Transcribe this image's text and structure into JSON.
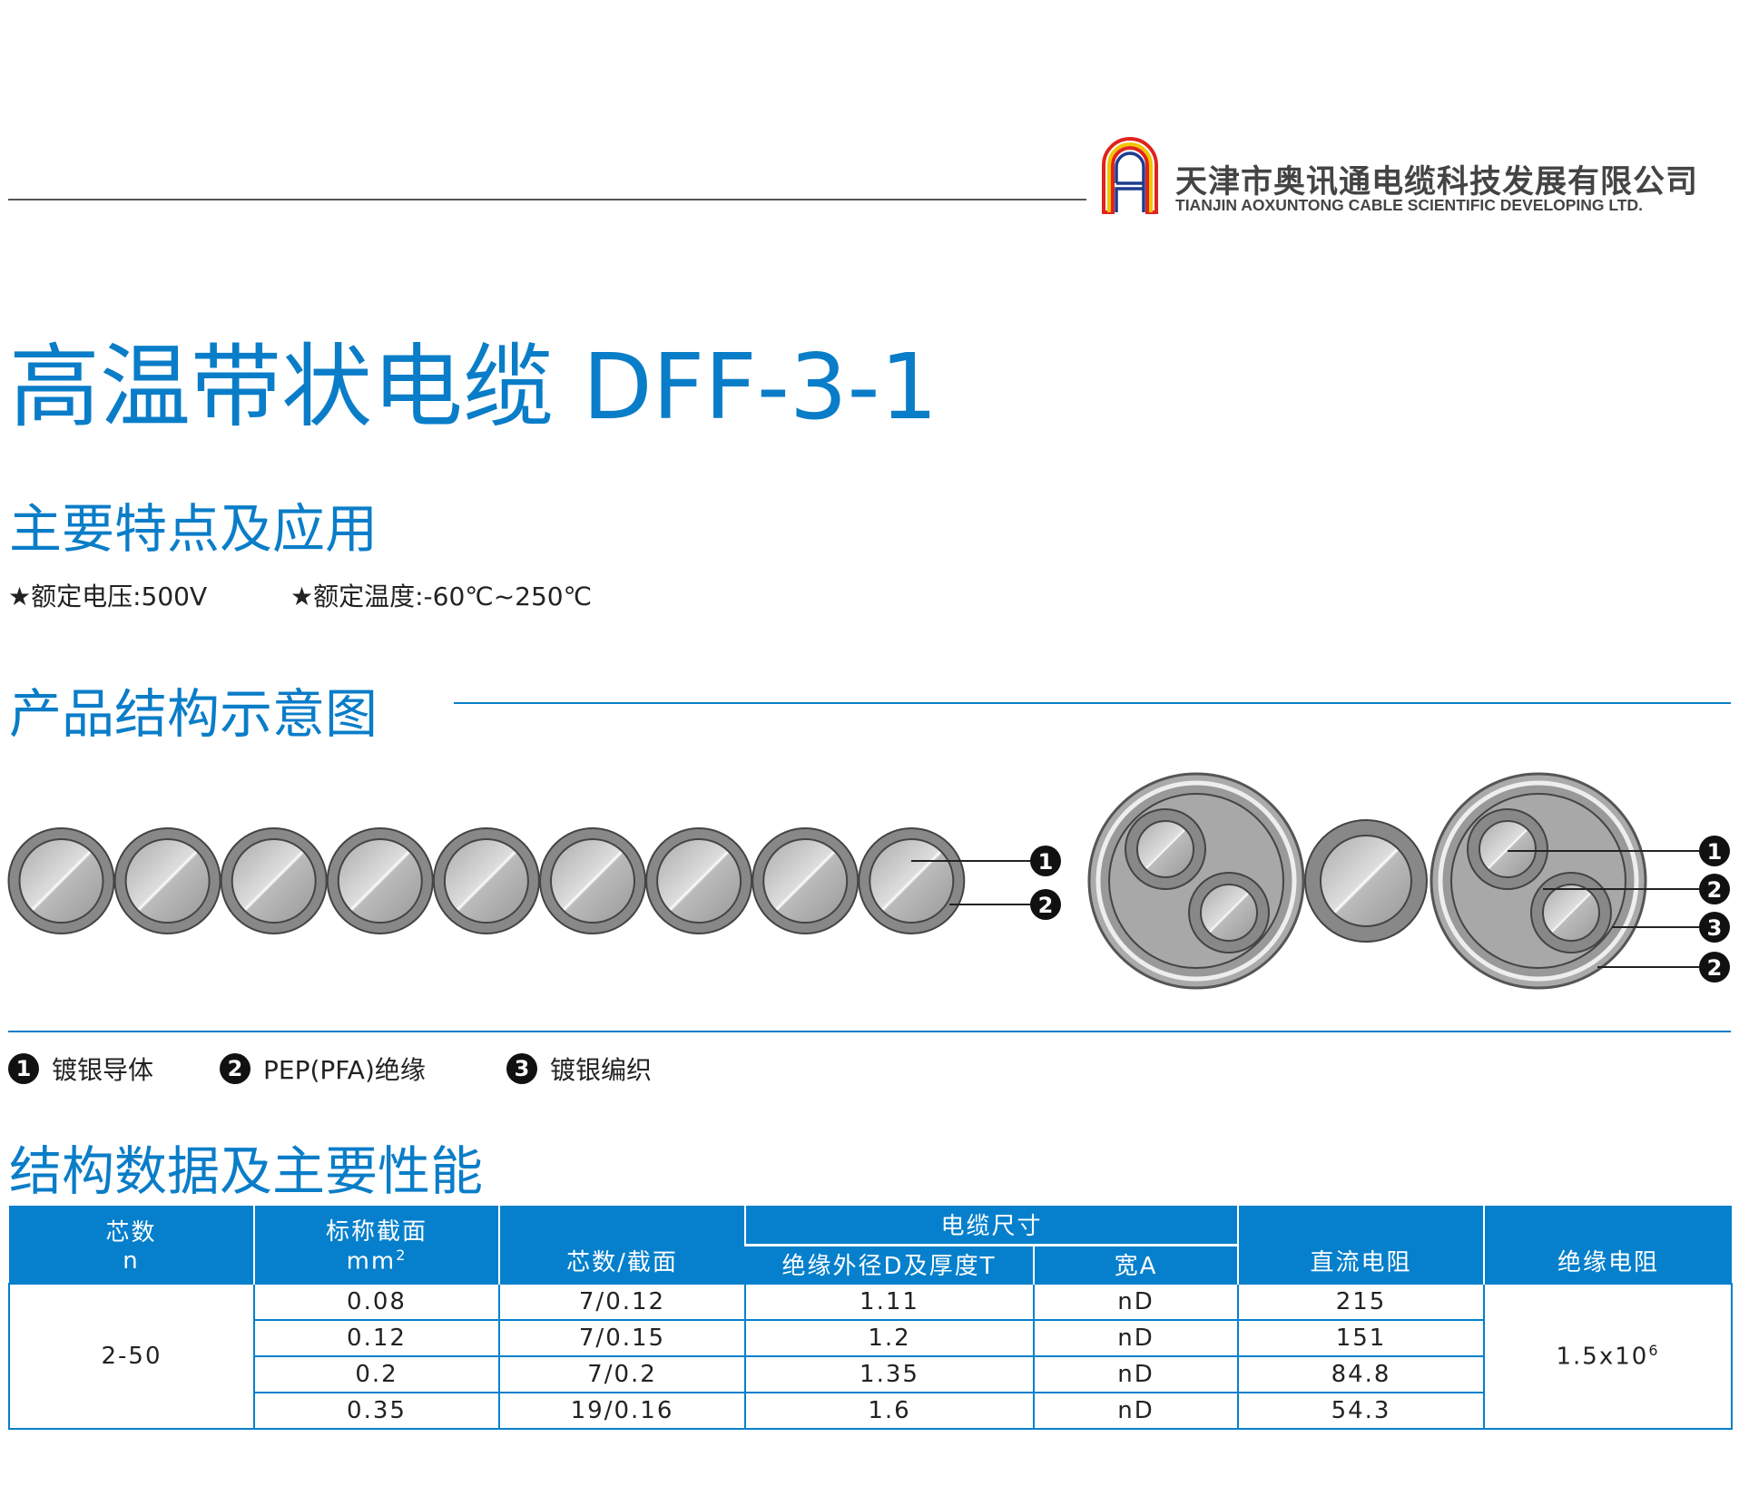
{
  "company": {
    "name_cn": "天津市奥讯通电缆科技发展有限公司",
    "name_en": "TIANJIN AOXUNTONG CABLE SCIENTIFIC DEVELOPING LTD.",
    "logo_colors": [
      "#e0231c",
      "#f2c500",
      "#1d3c8f"
    ]
  },
  "title": "高温带状电缆 DFF-3-1",
  "features": {
    "heading": "主要特点及应用",
    "items": [
      "★额定电压:500V",
      "★额定温度:-60℃~250℃"
    ]
  },
  "structure": {
    "heading": "产品结构示意图",
    "callouts": [
      "1",
      "2",
      "3"
    ],
    "legend": [
      {
        "num": "1",
        "label": "镀银导体"
      },
      {
        "num": "2",
        "label": "PEP(PFA)绝缘"
      },
      {
        "num": "3",
        "label": "镀银编织"
      }
    ]
  },
  "performance": {
    "heading": "结构数据及主要性能",
    "headers": {
      "cores": "芯数",
      "cores_unit": "n",
      "section": "标称截面",
      "section_unit": "mm",
      "section_sup": "2",
      "strand": "芯数/截面",
      "size": "电缆尺寸",
      "diameter": "绝缘外径D及厚度T",
      "width": "宽A",
      "dc_resistance": "直流电阻",
      "insulation_resistance": "绝缘电阻"
    },
    "cores_value": "2-50",
    "insulation_value": "1.5x10",
    "insulation_exp": "6",
    "rows": [
      {
        "section": "0.08",
        "strand": "7/0.12",
        "diameter": "1.11",
        "width": "nD",
        "dc": "215"
      },
      {
        "section": "0.12",
        "strand": "7/0.15",
        "diameter": "1.2",
        "width": "nD",
        "dc": "151"
      },
      {
        "section": "0.2",
        "strand": "7/0.2",
        "diameter": "1.35",
        "width": "nD",
        "dc": "84.8"
      },
      {
        "section": "0.35",
        "strand": "19/0.16",
        "diameter": "1.6",
        "width": "nD",
        "dc": "54.3"
      }
    ]
  },
  "colors": {
    "accent": "#0a7dc8",
    "table_header": "#0680cc"
  }
}
